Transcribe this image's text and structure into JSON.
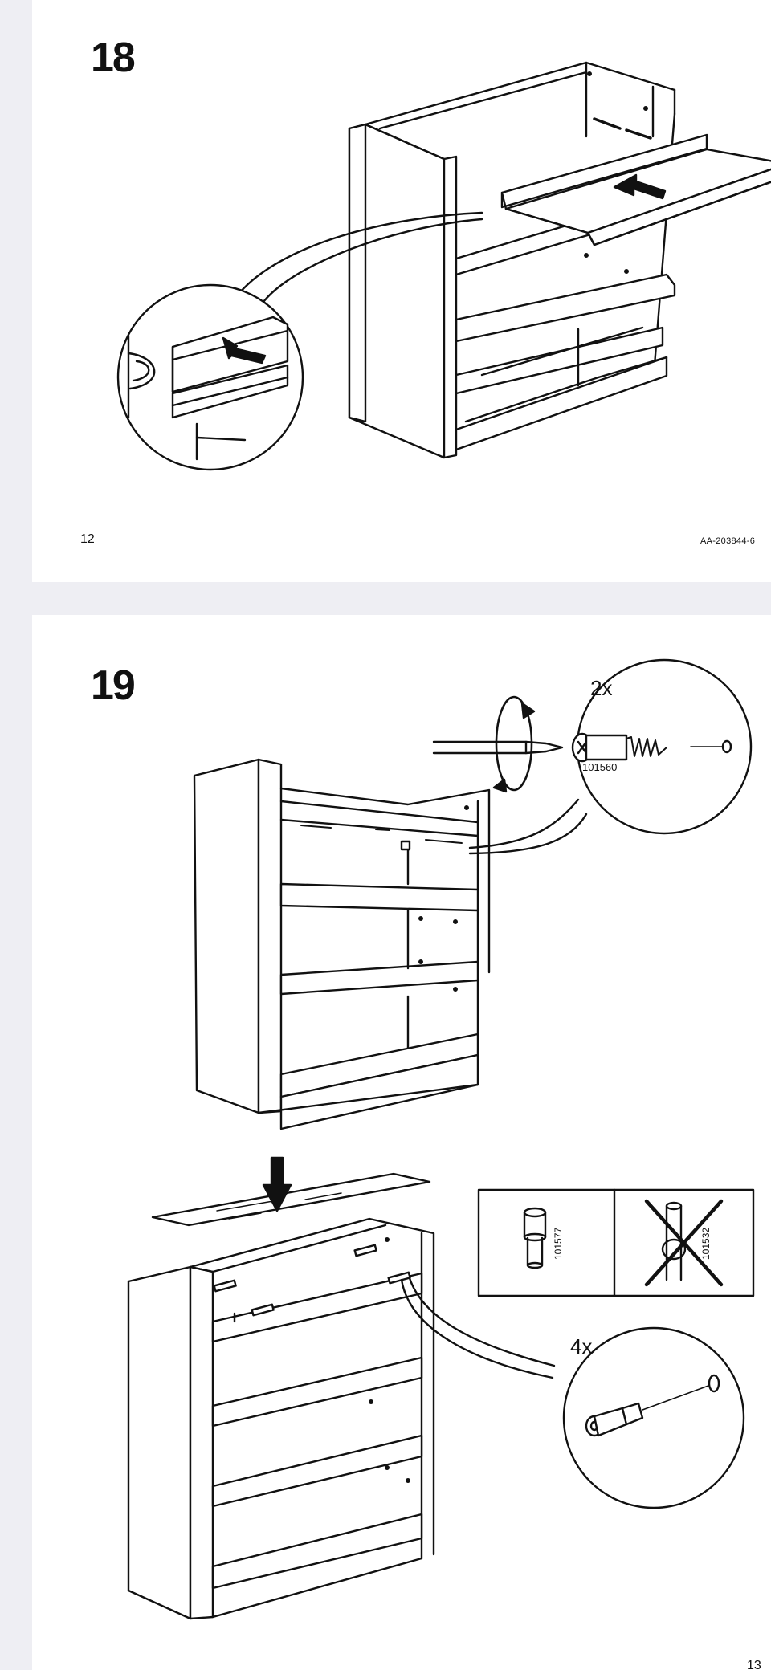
{
  "pages": [
    {
      "step": "18",
      "page_number": "12",
      "doc_code": "AA-203844-6"
    },
    {
      "step": "19",
      "page_number": "13",
      "callouts": {
        "screw_qty": "2x",
        "screw_part": "101560",
        "dowel_qty": "4x"
      },
      "parts_box": {
        "correct_part": "101577",
        "wrong_part": "101532"
      }
    }
  ]
}
